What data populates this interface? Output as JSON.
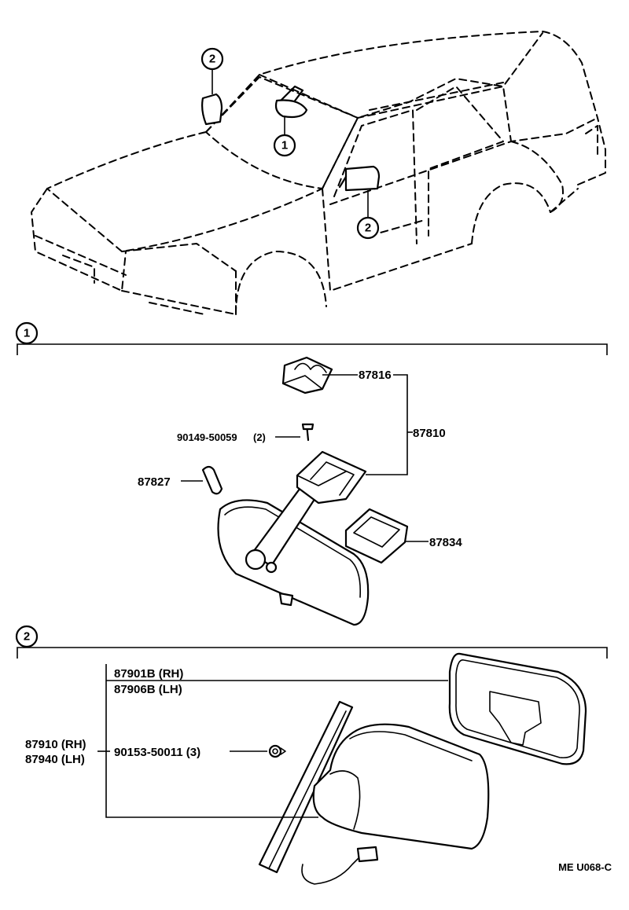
{
  "overview": {
    "callouts": [
      {
        "id": "c1",
        "num": "1"
      },
      {
        "id": "c2a",
        "num": "2"
      },
      {
        "id": "c2b",
        "num": "2"
      }
    ]
  },
  "section1": {
    "number": "1",
    "parts": {
      "bracket": "87816",
      "mirror_assy": "87810",
      "screw": "90149-50059",
      "screw_qty": "(2)",
      "cover": "87827",
      "holder": "87834"
    }
  },
  "section2": {
    "number": "2",
    "parts": {
      "mirror_rh": "87901B (RH)",
      "mirror_lh": "87906B (LH)",
      "outer_rh": "87910 (RH)",
      "outer_lh": "87940 (LH)",
      "screw": "90153-50011 (3)"
    }
  },
  "diagram_code": "ME U068-C"
}
